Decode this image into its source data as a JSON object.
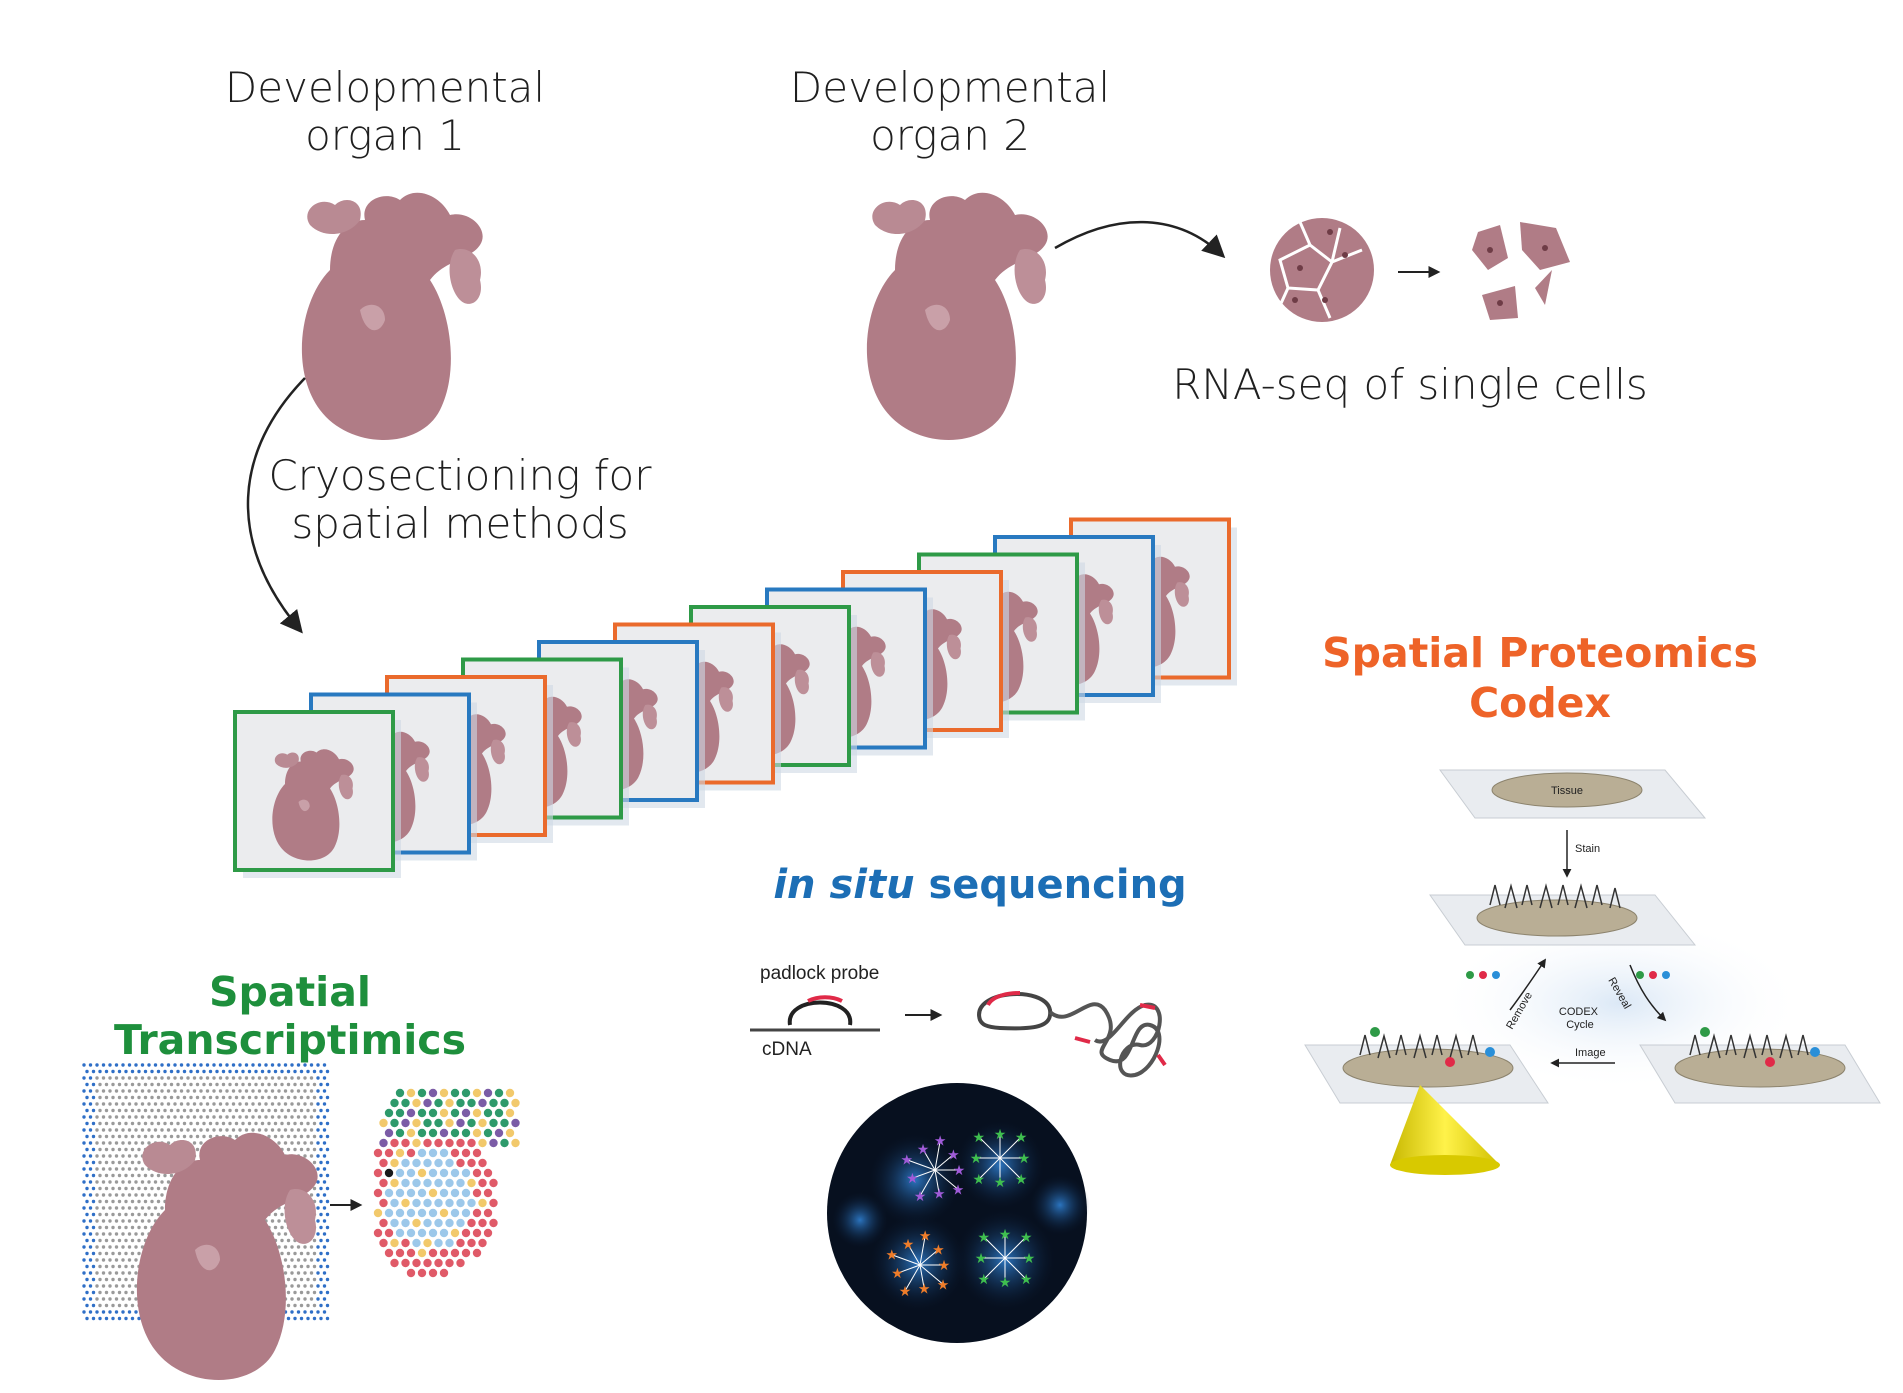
{
  "organs": {
    "organ1_title": "Developmental\norgan 1",
    "organ2_title": "Developmental\norgan 2"
  },
  "single_cell": {
    "label": "RNA-seq of single cells"
  },
  "cryo": {
    "label": "Cryosectioning for\nspatial methods"
  },
  "sections": {
    "frame_colors": [
      "#2e9a47",
      "#2879c0",
      "#ea6a2c",
      "#2e9a47",
      "#2879c0",
      "#ea6a2c",
      "#2e9a47",
      "#2879c0",
      "#ea6a2c",
      "#2e9a47",
      "#2879c0",
      "#ea6a2c"
    ]
  },
  "spatial_transcriptomics": {
    "title": "Spatial Transcriptimics"
  },
  "in_situ": {
    "title_italic": "in situ",
    "title_rest": " sequencing",
    "padlock_label": "padlock probe",
    "cdna_label": "cDNA"
  },
  "codex": {
    "title": "Spatial Proteomics\nCodex",
    "tissue_label": "Tissue",
    "stain_label": "Stain",
    "remove_label": "Remove",
    "reveal_label": "Reveal",
    "cycle_label": "CODEX\nCycle",
    "image_label": "Image"
  },
  "colors": {
    "tissue": "#b07c86",
    "green": "#1e8f3c",
    "blue": "#1c6eb5",
    "orange": "#ee6328"
  }
}
